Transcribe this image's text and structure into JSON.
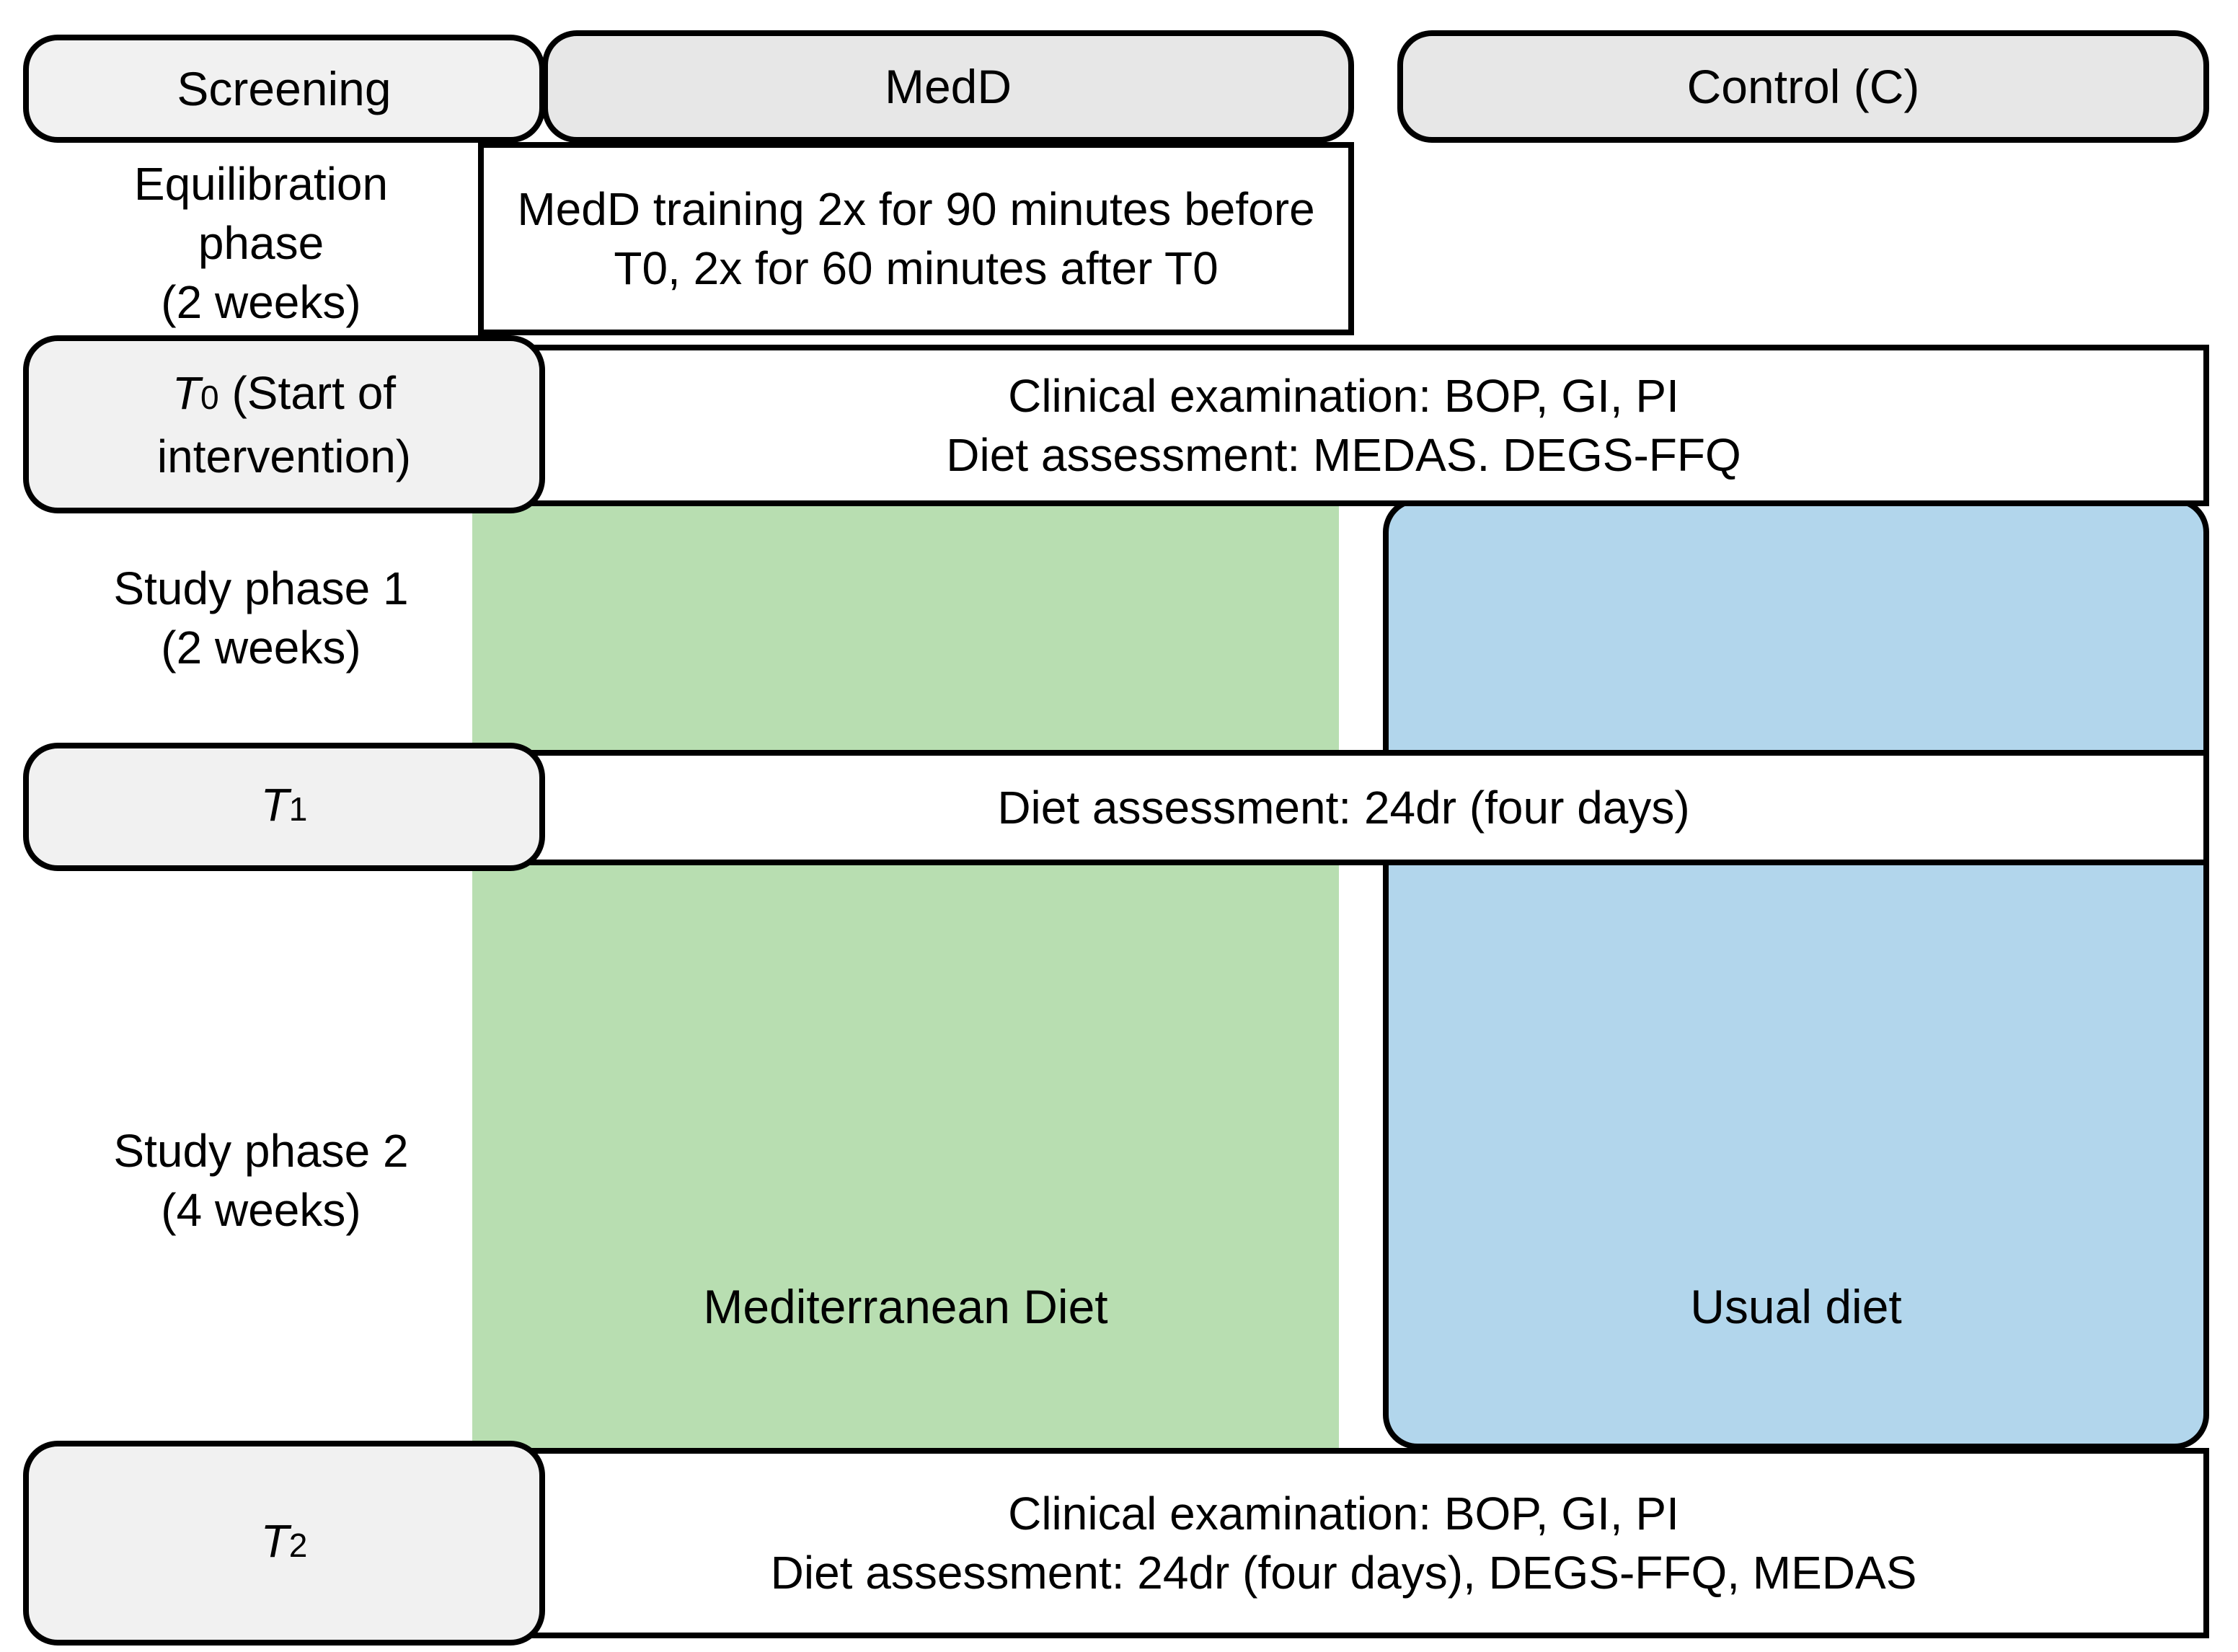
{
  "colors": {
    "background": "#ffffff",
    "border": "#000000",
    "medd_column_fill": "#b8deb1",
    "control_column_fill": "#b2d6ec",
    "header_box_fill": "#e7e7e7",
    "timepoint_box_fill": "#f1f1f1"
  },
  "header": {
    "screening": "Screening",
    "medd": "MedD",
    "control": "Control (C)"
  },
  "left_labels": {
    "equilibration": {
      "lines": [
        "Equilibration",
        "phase",
        "(2 weeks)"
      ]
    },
    "phase1": {
      "lines": [
        "Study phase 1",
        "(2 weeks)"
      ]
    },
    "phase2": {
      "lines": [
        "Study phase 2",
        "(4 weeks)"
      ]
    }
  },
  "timepoints": {
    "t0": {
      "prefix": "T",
      "digit": "0",
      "line1_rest": " (Start of",
      "line2": "intervention)"
    },
    "t1": {
      "prefix": "T",
      "digit": "1"
    },
    "t2": {
      "prefix": "T",
      "digit": "2"
    }
  },
  "events": {
    "medd_training": {
      "lines": [
        "MedD training 2x for 90 minutes before",
        "T0, 2x for 60 minutes after T0"
      ]
    },
    "t0_assessment": {
      "lines": [
        "Clinical examination: BOP, GI, PI",
        "Diet assessment: MEDAS. DEGS-FFQ"
      ]
    },
    "t1_assessment": {
      "lines": [
        "Diet assessment: 24dr (four days)"
      ]
    },
    "t2_assessment": {
      "lines": [
        "Clinical examination: BOP, GI, PI",
        "Diet assessment: 24dr (four days), DEGS-FFQ, MEDAS"
      ]
    }
  },
  "interventions": {
    "medd": "Mediterranean Diet",
    "control": "Usual diet"
  }
}
